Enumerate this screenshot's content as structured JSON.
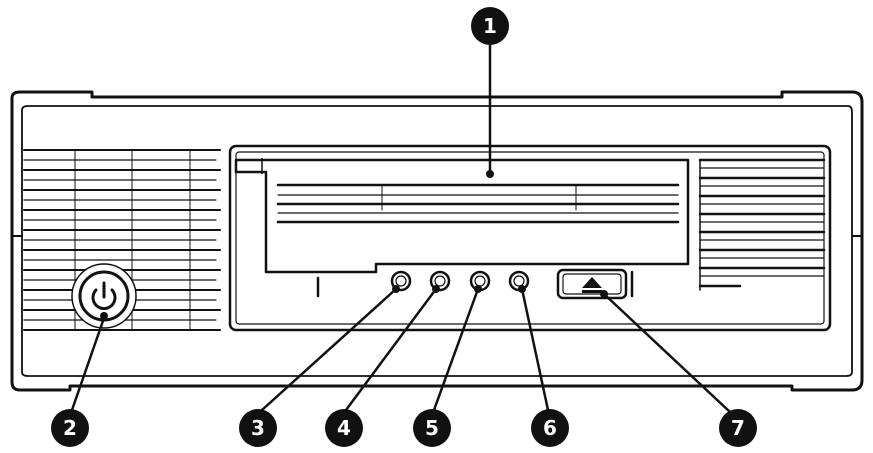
{
  "colors": {
    "ink": "#111111",
    "paper": "#ffffff"
  },
  "icons": {
    "power": "power-icon",
    "eject": "eject-icon"
  },
  "callouts": [
    {
      "id": 1,
      "label": "1"
    },
    {
      "id": 2,
      "label": "2"
    },
    {
      "id": 3,
      "label": "3"
    },
    {
      "id": 4,
      "label": "4"
    },
    {
      "id": 5,
      "label": "5"
    },
    {
      "id": 6,
      "label": "6"
    },
    {
      "id": 7,
      "label": "7"
    }
  ]
}
